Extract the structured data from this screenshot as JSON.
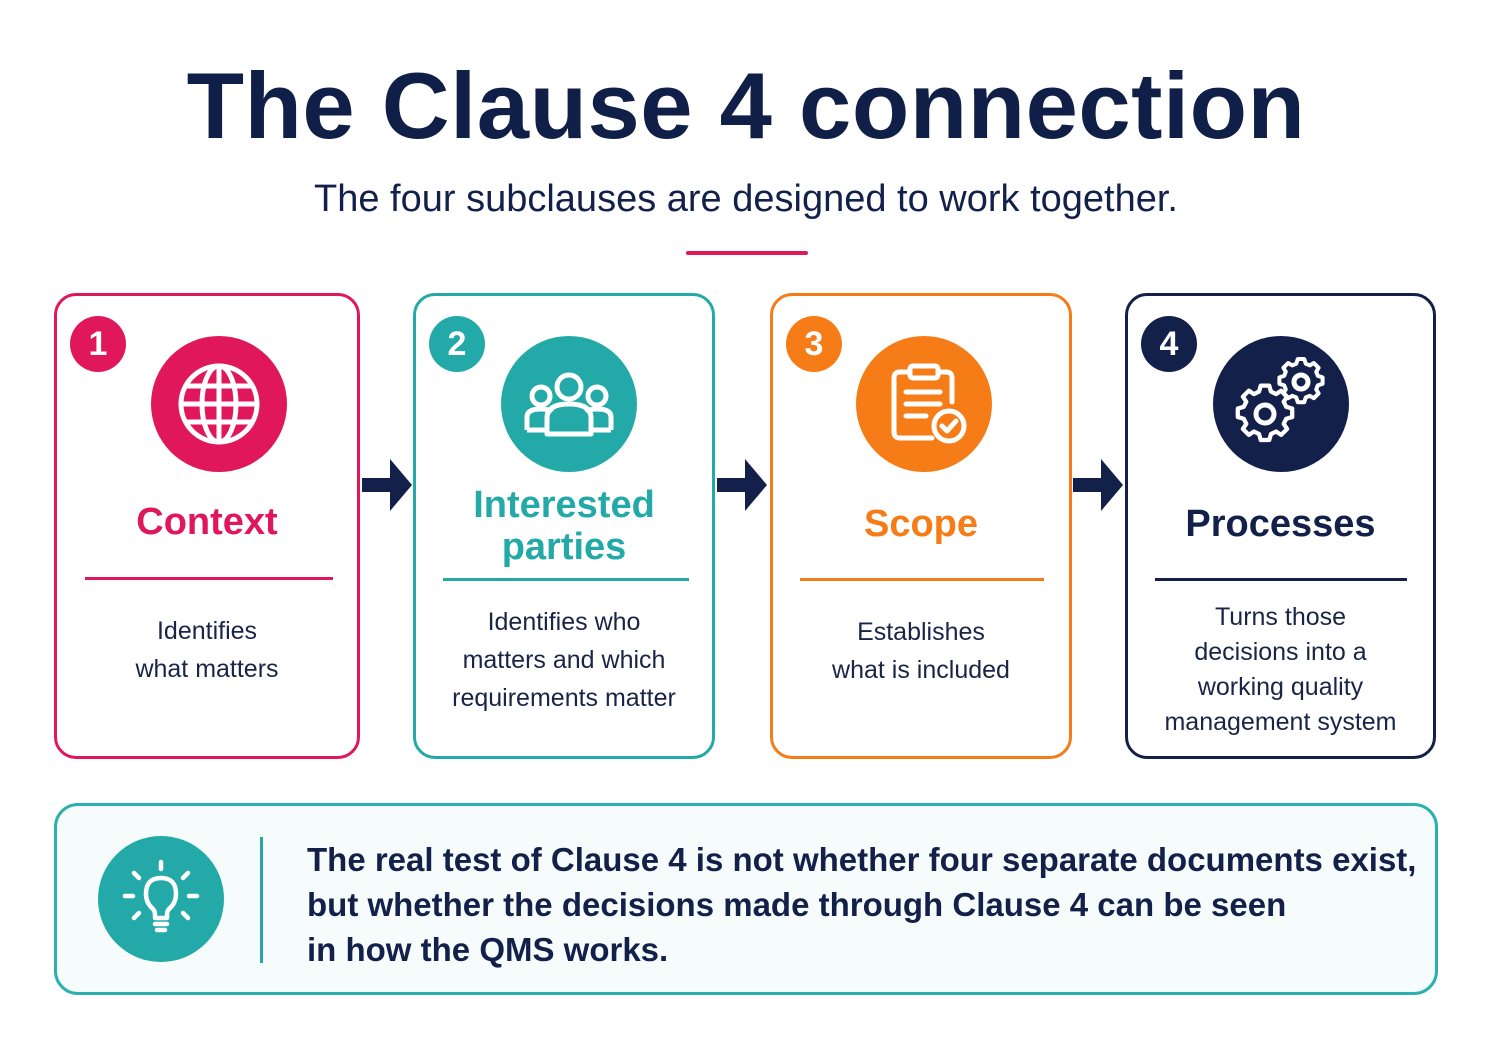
{
  "header": {
    "title": "The Clause 4 connection",
    "subtitle": "The four subclauses are designed to work together."
  },
  "steps": [
    {
      "number": "1",
      "title": "Context",
      "description_lines": [
        "Identifies",
        "what matters"
      ],
      "icon": "globe-icon",
      "color": "#e0175a"
    },
    {
      "number": "2",
      "title_lines": [
        "Interested",
        "parties"
      ],
      "description_lines": [
        "Identifies who",
        "matters and which",
        "requirements matter"
      ],
      "icon": "people-group-icon",
      "color": "#23aaa8"
    },
    {
      "number": "3",
      "title": "Scope",
      "description_lines": [
        "Establishes",
        "what is included"
      ],
      "icon": "clipboard-check-icon",
      "color": "#f57c17"
    },
    {
      "number": "4",
      "title": "Processes",
      "description_lines": [
        "Turns those",
        "decisions into a",
        "working quality",
        "management system"
      ],
      "icon": "gears-icon",
      "color": "#13204a"
    }
  ],
  "note": {
    "icon": "lightbulb-icon",
    "lines": [
      "The real test of Clause 4 is not whether four separate documents exist,",
      "but whether the decisions made through Clause 4 can be seen",
      "in how the QMS works."
    ]
  }
}
